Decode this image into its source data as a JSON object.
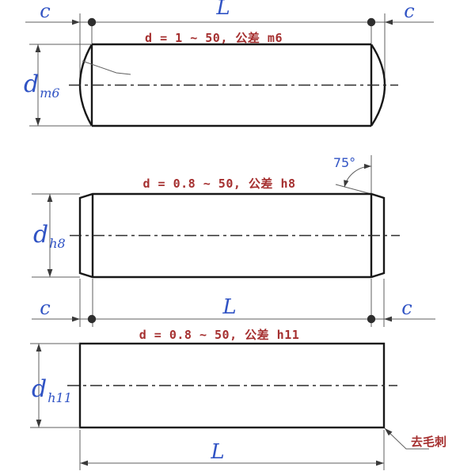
{
  "figure": {
    "type": "technical-drawing",
    "colors": {
      "symbol_blue": "#3053c4",
      "note_red": "#a52f2f",
      "outline_dark": "#181818",
      "dimension_gray": "#5f5f5f"
    },
    "pins": [
      {
        "name": "pin-m6-crowned-ends",
        "spec_note": "d = 1 ~ 50, 公差 m6",
        "diameter_symbol": "d",
        "diameter_subscript": "m6",
        "length_symbol": "L",
        "end_length_symbol_left": "c",
        "end_length_symbol_right": "c"
      },
      {
        "name": "pin-h8-chamfered-ends",
        "spec_note": "d = 0.8 ~ 50, 公差 h8",
        "diameter_symbol": "d",
        "diameter_subscript": "h8",
        "chamfer_angle": "75°",
        "length_symbol": "L",
        "end_length_symbol_left": "c",
        "end_length_symbol_right": "c"
      },
      {
        "name": "pin-h11-plain-ends",
        "spec_note": "d = 0.8 ~ 50, 公差 h11",
        "diameter_symbol": "d",
        "diameter_subscript": "h11",
        "length_symbol": "L",
        "deburr_note": "去毛刺"
      }
    ]
  }
}
